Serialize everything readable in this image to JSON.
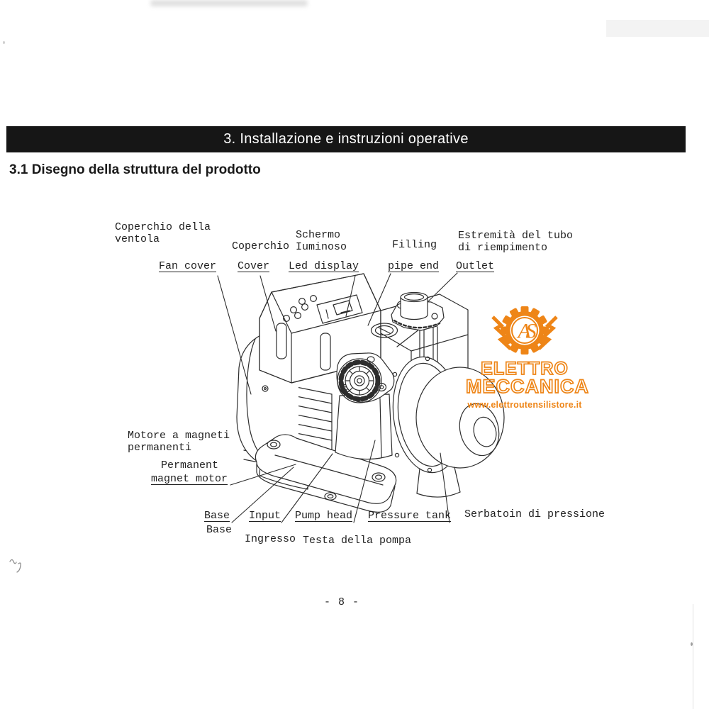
{
  "page": {
    "header_bar": {
      "title": "3. Installazione e instruzioni operative",
      "background": "#161616",
      "text_color": "#ffffff"
    },
    "section_heading": "3.1 Disegno della struttura del prodotto",
    "page_number": "- 8 -"
  },
  "diagram": {
    "labels": {
      "fan_cover": {
        "it1": "Coperchio della",
        "it2": "ventola",
        "en": "Fan cover"
      },
      "cover": {
        "it": "Coperchio",
        "en": "Cover"
      },
      "led_display": {
        "it1": "Schermo",
        "it2": "Iuminoso",
        "en": "Led display"
      },
      "filling_pipe": {
        "en1": "Filling",
        "en2": "pipe end"
      },
      "outlet": {
        "it1": "Estremità del tubo",
        "it2": "di riempimento",
        "en": "Outlet"
      },
      "motor": {
        "it1": "Motore a magneti",
        "it2": "permanenti",
        "en1": "Permanent",
        "en2": "magnet motor"
      },
      "base": {
        "en": "Base",
        "it": "Base"
      },
      "input": {
        "en": "Input",
        "it": "Ingresso"
      },
      "pump_head": {
        "en": "Pump head",
        "it": "Testa della pompa"
      },
      "pressure_tank": {
        "en": "Pressure tank",
        "it": "Serbatoin di pressione"
      }
    }
  },
  "logo": {
    "monogram": "AS",
    "name_line1": "ELETTRO",
    "name_line2": "MECCANICA",
    "website": "www.elettroutensilistore.it",
    "accent_color": "#ee8517"
  }
}
